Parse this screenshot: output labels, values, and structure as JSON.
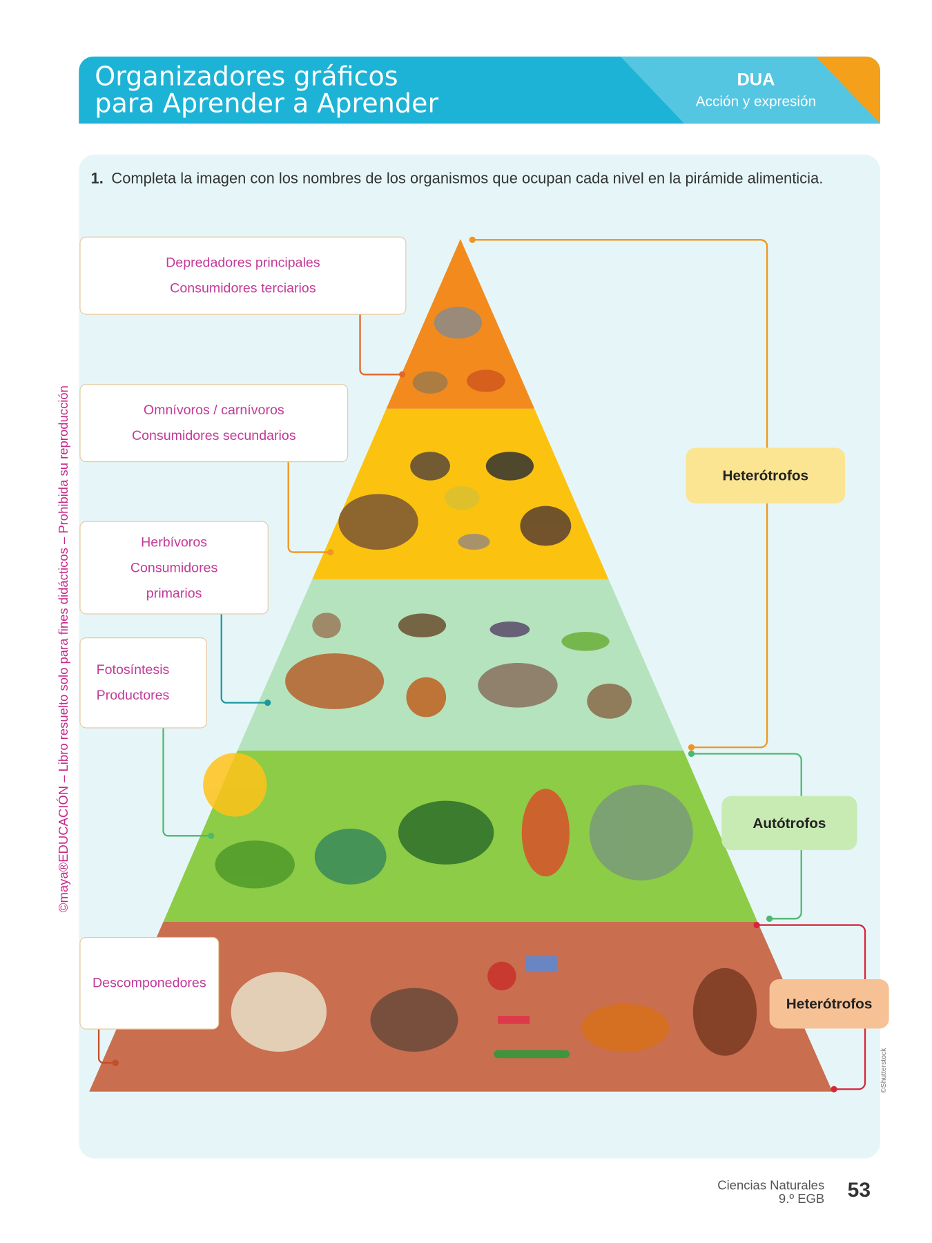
{
  "header": {
    "title_line1": "Organizadores gráficos",
    "title_line2": "para Aprender a Aprender",
    "dua": "DUA",
    "dua_sub": "Acción y expresión"
  },
  "question": {
    "number": "1.",
    "text": "Completa la imagen con los nombres de los organismos que ocupan cada nivel en la pirámide alimenticia."
  },
  "labels": [
    {
      "line1": "Depredadores principales",
      "line2": "Consumidores terciarios"
    },
    {
      "line1": "Omnívoros / carnívoros",
      "line2": "Consumidores secundarios"
    },
    {
      "line1": "Herbívoros",
      "line2": "Consumidores",
      "line3": "primarios"
    },
    {
      "line1": "Fotosíntesis",
      "line2": "Productores"
    },
    {
      "line1": "Descomponedores"
    }
  ],
  "tags": {
    "heterotrofos_top": "Heterótrofos",
    "autotrofos": "Autótrofos",
    "heterotrofos_bottom": "Heterótrofos"
  },
  "colors": {
    "level1": "#f28a1d",
    "level2": "#fbc30f",
    "level3": "#b5e3bd",
    "level4": "#8ccc47",
    "level5": "#c96e4f"
  },
  "side_text": "©maya®EDUCACIÓN – Libro resuelto solo para fines didácticos – Prohibida su reproducción",
  "credit": "©Shutterstock",
  "footer": {
    "subject": "Ciencias Naturales",
    "grade": "9.º EGB",
    "page": "53"
  }
}
